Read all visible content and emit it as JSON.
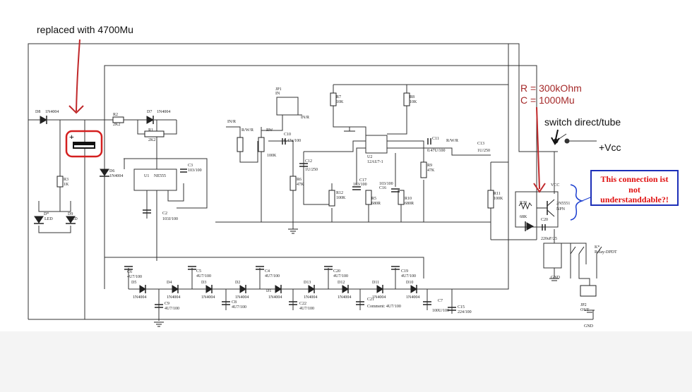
{
  "annotations": {
    "replaced": "replaced with 4700Mu",
    "resistor_value": "R = 300kOhm",
    "capacitor_value": "C = 1000Mu",
    "switch": "switch direct/tube",
    "vcc": "+Vcc",
    "note": [
      "This connection ist",
      "not",
      "understanddable?!"
    ]
  },
  "labels": {
    "d8": "D8",
    "d8v": "1N4004",
    "r2": "R2",
    "r2v": "2K2",
    "d7": "D7",
    "d7v": "1N4004",
    "r1": "R1",
    "r1v": "2K2",
    "d6": "D6",
    "d6v": "1N4004",
    "u1": "U1",
    "u1v": "NE555",
    "c3": "C3",
    "c3v": "103/100",
    "c2": "C2",
    "c2v": "103J/100",
    "r3": "R3",
    "r3v": "1K",
    "dled": "D*",
    "dledv": "LED",
    "d9": "D9",
    "d9v": "LED",
    "jp1": "JP1",
    "jp1v": "IN",
    "inr1": "IN/R",
    "inr2": "IN/R",
    "rwr": "R/W/R",
    "rw": "RW",
    "r100k": "100K",
    "c10": "C10",
    "c10v": "0.47u/100",
    "r6": "R6",
    "r6v": "47K",
    "c12": "C12",
    "c12v": "1U/250",
    "r7": "R7",
    "r7v": "10K",
    "r8": "R8",
    "r8v": "10K",
    "u2": "U2",
    "u2v": "12AU7-1",
    "c11": "C11",
    "c11v": "0.47U/100",
    "rwr2": "R/W/R",
    "c13": "C13",
    "c13v": "1U/250",
    "r9": "R9",
    "r9v": "47K",
    "c17": "C17",
    "c17v": "103/100",
    "c16": "C16",
    "c16v": "103/100",
    "r12": "R12",
    "r12v": "100K",
    "r5": "R5",
    "r5v": "680R",
    "r10": "R10",
    "r10v": "680R",
    "r11": "R11",
    "r11v": "100K",
    "vcc_small": "VCC",
    "r20": "R20",
    "r20v": "68K",
    "q": "2N5551",
    "qv": "NPN",
    "c20": "C20",
    "c20v": "220uF/25",
    "k": "K*",
    "kv": "Relay-DPDT",
    "gnd1": "GND",
    "jp2": "JP2",
    "jp2v": "OUT",
    "gnd2": "GND",
    "c6": "C6",
    "c6v": "4U7/100",
    "c5": "C5",
    "c5v": "4U7/100",
    "c4": "C4",
    "c4v": "4U7/100",
    "c20b": "C20",
    "c20bv": "4U7/100",
    "c19": "C19",
    "c19v": "4U7/100",
    "d5": "D5",
    "d5v": "1N4004",
    "d4": "D4",
    "d4v": "1N4004",
    "d3": "D3",
    "d3v": "1N4004",
    "d2": "D2",
    "d2v": "1N4004",
    "d1": "D1",
    "d1v": "1N4004",
    "d13": "D13",
    "d13v": "1N4004",
    "d12": "D12",
    "d12v": "1N4004",
    "d11": "D11",
    "d11v": "1N4004",
    "d10": "D10",
    "d10v": "1N4004",
    "c9": "C9",
    "c9v": "4U7/100",
    "c8": "C8",
    "c8v": "4U7/100",
    "c22": "C22",
    "c22v": "4U7/100",
    "c21": "C21",
    "c21v": "Comment: 4U7/100",
    "c7": "C7",
    "c7v": "100U/100",
    "c15": "C15",
    "c15v": "224/100"
  },
  "colors": {
    "wire": "#333333",
    "arrow": "#c0282a",
    "note_border": "#1c2fb8",
    "note_text": "#e01010",
    "brace": "#1c3fd0"
  }
}
